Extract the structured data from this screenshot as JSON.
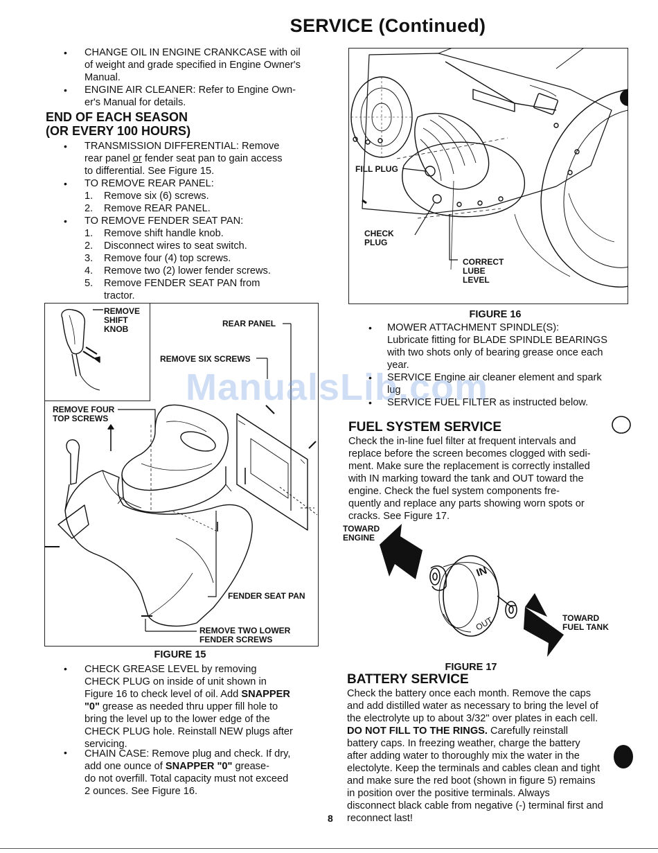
{
  "page": {
    "title": "SERVICE (Continued)",
    "page_number": "8",
    "watermark": "ManualsLib.com"
  },
  "left": {
    "top_bullets": [
      [
        "CHANGE OIL IN ENGINE CRANKCASE with oil",
        "of weight and grade specified in Engine Owner's",
        "Manual."
      ],
      [
        "ENGINE AIR CLEANER:  Refer to Engine Own-",
        "er's Manual for details."
      ]
    ],
    "season_heading": [
      "END OF EACH SEASON",
      "(OR EVERY 100 HOURS)"
    ],
    "trans_bullet": {
      "line1": "TRANSMISSION DIFFERENTIAL:  Remove",
      "line2_pre": "rear panel ",
      "line2_or": "or",
      "line2_post": " fender seat pan to gain access",
      "line3": "to differential.  See Figure 15."
    },
    "rear_panel": {
      "heading": "TO REMOVE REAR PANEL:",
      "steps": [
        {
          "n": "1.",
          "t": "Remove six (6) screws."
        },
        {
          "n": "2.",
          "t": "Remove REAR PANEL."
        }
      ]
    },
    "fender_pan": {
      "heading": "TO REMOVE FENDER SEAT PAN:",
      "steps": [
        {
          "n": "1.",
          "t": "Remove shift handle knob."
        },
        {
          "n": "2.",
          "t": "Disconnect wires to seat switch."
        },
        {
          "n": "3.",
          "t": "Remove four (4) top screws."
        },
        {
          "n": "4.",
          "t": "Remove two (2) lower fender screws."
        },
        {
          "n": "5.",
          "t": "Remove FENDER SEAT PAN from"
        }
      ],
      "step5_cont": "tractor."
    },
    "figure15": {
      "caption": "FIGURE 15",
      "labels": {
        "remove_shift_knob": [
          "REMOVE",
          "SHIFT",
          "KNOB"
        ],
        "rear_panel": "REAR PANEL",
        "remove_six_screws": "REMOVE SIX SCREWS",
        "remove_four_top": [
          "REMOVE FOUR",
          "TOP SCREWS"
        ],
        "fender_seat_pan": "FENDER SEAT PAN",
        "remove_two_lower": [
          "REMOVE TWO LOWER",
          "FENDER SCREWS"
        ]
      }
    },
    "grease_bullet": {
      "l1": "CHECK GREASE LEVEL by removing",
      "l2": "CHECK PLUG on inside of unit shown in",
      "l3_pre": "Figure 16 to check level of oil. Add ",
      "l3_bold": "SNAPPER",
      "l4_bold": "\"0\"",
      "l4_post": " grease as needed thru upper fill hole to",
      "l5": "bring the level up to the lower edge of the",
      "l6": "CHECK PLUG hole. Reinstall NEW plugs after",
      "l7": "servicing."
    },
    "chain_bullet": {
      "l1": "CHAIN CASE: Remove plug and check. If dry,",
      "l2_pre": "add one ounce of ",
      "l2_bold": "SNAPPER \"0\"",
      "l2_post": " grease-",
      "l3": "do not overfill. Total capacity must not exceed",
      "l4": "2 ounces.  See Figure 16."
    }
  },
  "right": {
    "figure16": {
      "caption": "FIGURE 16",
      "labels": {
        "fill_plug": "FILL PLUG",
        "check_plug": [
          "CHECK",
          "PLUG"
        ],
        "correct_lube_level": [
          "CORRECT",
          "LUBE",
          "LEVEL"
        ]
      }
    },
    "mower_bullets": [
      [
        "MOWER ATTACHMENT SPINDLE(S):",
        "Lubricate fitting for BLADE SPINDLE BEARINGS",
        "with two shots only of bearing grease once each",
        "year."
      ],
      [
        "SERVICE Engine air cleaner element and spark",
        "lug"
      ],
      [
        "SERVICE FUEL FILTER as instructed below."
      ]
    ],
    "fuel": {
      "heading": "FUEL SYSTEM SERVICE",
      "lines": [
        "Check the in-line fuel filter at frequent intervals and",
        "replace before the screen becomes clogged with sedi-",
        "ment. Make sure the replacement is correctly installed",
        "with IN marking toward the tank and OUT toward the",
        "engine. Check the fuel system components fre-",
        "quently and replace any parts showing worn spots or",
        "cracks.  See Figure 17."
      ]
    },
    "figure17": {
      "caption": "FIGURE 17",
      "labels": {
        "toward_engine": [
          "TOWARD",
          "ENGINE"
        ],
        "toward_fuel_tank": [
          "TOWARD",
          "FUEL TANK"
        ],
        "filter_marks": [
          "IN",
          "OUT"
        ]
      }
    },
    "battery": {
      "heading": "BATTERY SERVICE",
      "lines": [
        "Check the battery once each month.  Remove the caps",
        "and add distilled water as necessary to bring the level of",
        "the electrolyte up to about 3/32\" over plates in each cell."
      ],
      "bold_line": "DO NOT FILL TO THE RINGS.",
      "bold_line_post": "  Carefully reinstall",
      "lines2": [
        "battery caps.  In freezing weather, charge the battery",
        "after adding water to thoroughly mix the water in the",
        "electolyte.  Keep the terminals and cables clean and tight",
        "and make sure the red boot (shown in figure 5) remains",
        "in position over the positive terminals.  Always",
        "disconnect black cable from negative (-) terminal first and",
        "reconnect last!"
      ]
    }
  }
}
